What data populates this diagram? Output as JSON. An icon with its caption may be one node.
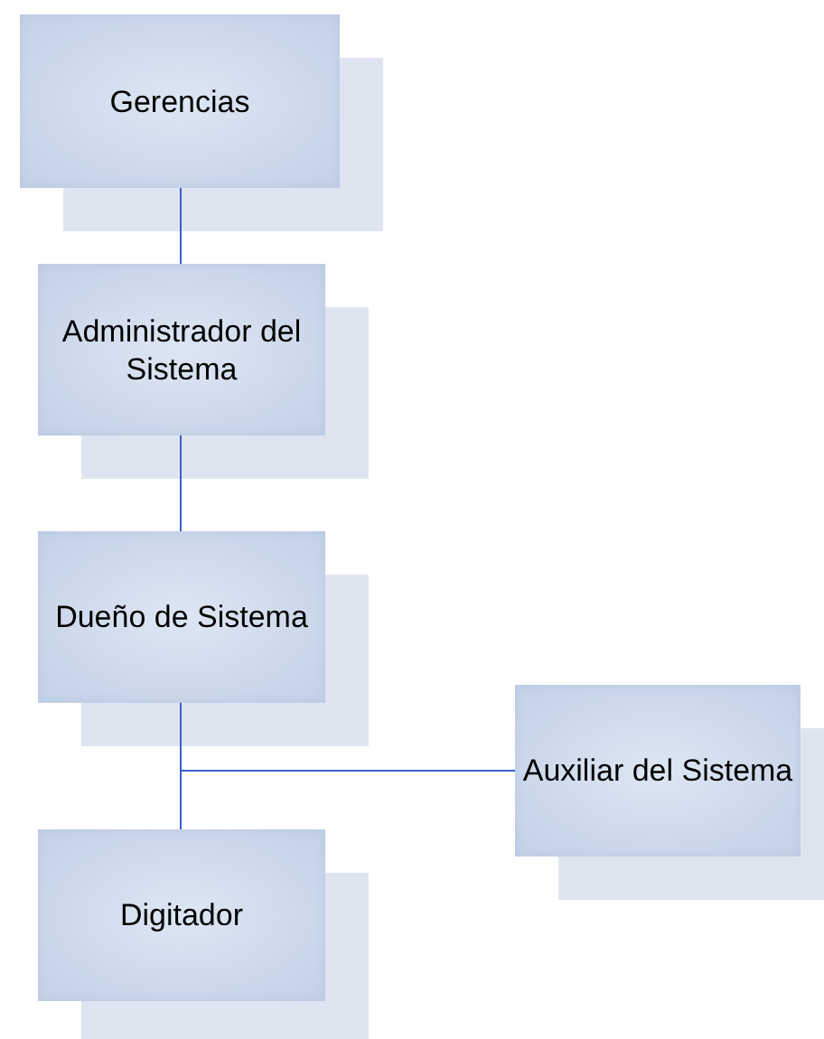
{
  "diagram": {
    "nodes": [
      {
        "text": [
          "Gerencias"
        ]
      },
      {
        "text": [
          "Administrador del Sistema"
        ]
      },
      {
        "text": [
          "Dueño de Sistema"
        ]
      },
      {
        "text": [
          "Auxiliar del Sistema"
        ]
      },
      {
        "text": [
          "Digitador"
        ]
      }
    ],
    "edges": [
      {
        "from": 0,
        "to": 1,
        "arrow": "none"
      },
      {
        "from": 1,
        "to": 2,
        "arrow": "none"
      },
      {
        "from": 2,
        "to": 4,
        "arrow": "none"
      },
      {
        "from": 2,
        "to": 3,
        "arrow": "none"
      }
    ]
  }
}
